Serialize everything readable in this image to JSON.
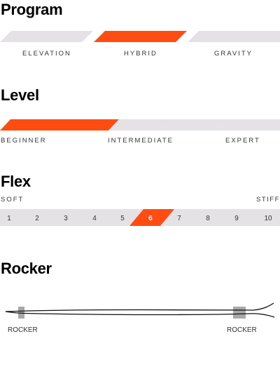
{
  "program": {
    "title": "Program",
    "options": [
      "ELEVATION",
      "HYBRID",
      "GRAVITY"
    ],
    "selected_index": 1
  },
  "level": {
    "title": "Level",
    "labels": [
      "BEGINNER",
      "INTERMEDIATE",
      "EXPERT"
    ],
    "filled_segments": 2,
    "total_segments": 5
  },
  "flex": {
    "title": "Flex",
    "min_label": "SOFT",
    "max_label": "STIFF",
    "values": [
      "1",
      "2",
      "3",
      "4",
      "5",
      "6",
      "7",
      "8",
      "9",
      "10"
    ],
    "selected": "6"
  },
  "rocker": {
    "title": "Rocker",
    "tip_label": "ROCKER",
    "tail_label": "ROCKER"
  },
  "colors": {
    "accent": "#ff4d12",
    "inactive": "#e5e2e6"
  }
}
